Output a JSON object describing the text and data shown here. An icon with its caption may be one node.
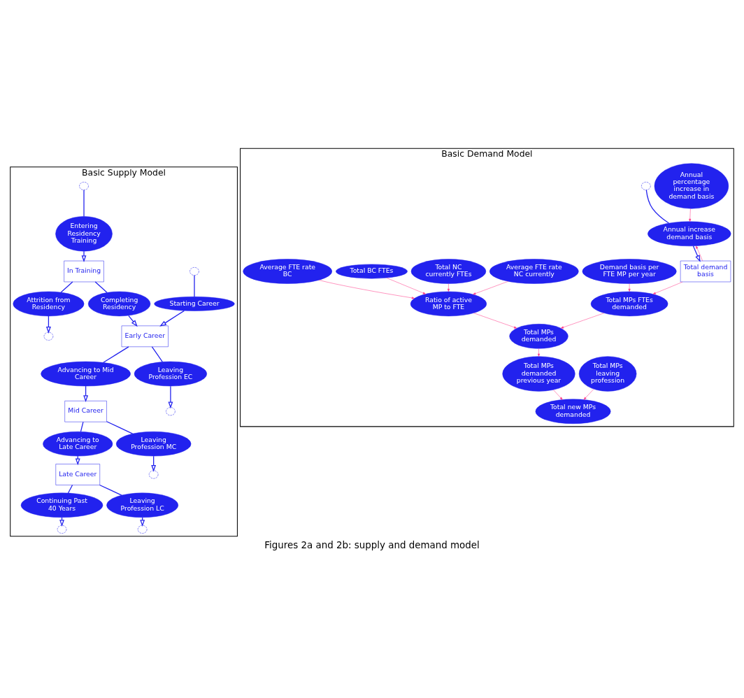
{
  "diagram": {
    "caption": "Figures 2a and 2b: supply and demand model",
    "nodes": [
      {
        "text": [
          "Basic Supply Model"
        ]
      },
      {
        "text": [],
        "shape": "cloud",
        "in": 0
      },
      {
        "text": [
          "Starting Career"
        ],
        "in": 0
      },
      {
        "text": [],
        "shape": "cloud",
        "in": 0
      },
      {
        "text": [
          "Entering Residency Training"
        ],
        "in": 0
      },
      {
        "text": [
          "In Training"
        ],
        "in": 0
      },
      {
        "text": [
          "Completing Residency"
        ],
        "in": 0
      },
      {
        "text": [
          "Early Career"
        ],
        "in": 0
      },
      {
        "text": [
          "Advancing to Mid Career"
        ],
        "in": 0
      },
      {
        "text": [
          "Mid Career"
        ],
        "in": 0
      },
      {
        "text": [
          "Advancing to Late Career"
        ],
        "in": 0
      },
      {
        "text": [
          "Late Career"
        ],
        "in": 0
      },
      {
        "text": [
          "Continuing Past 40 Years"
        ],
        "in": 0
      },
      {
        "text": [],
        "shape": "cloud",
        "in": 0
      },
      {
        "text": [
          "Attrition from Residency"
        ],
        "in": 0
      },
      {
        "text": [],
        "shape": "cloud",
        "in": 0
      },
      {
        "text": [
          "Leaving Profession EC"
        ],
        "in": 0
      },
      {
        "text": [],
        "shape": "cloud",
        "in": 0
      },
      {
        "text": [
          "Leaving Profession MC"
        ],
        "in": 0
      },
      {
        "text": [],
        "shape": "cloud",
        "in": 0
      },
      {
        "text": [
          "Leaving Profession LC"
        ],
        "in": 0
      },
      {
        "text": [],
        "shape": "cloud",
        "in": 0
      },
      {
        "text": [
          "Basic Demand Model"
        ]
      },
      {
        "text": [
          "Annual percentage increase in demand basis"
        ],
        "in": 22
      },
      {
        "text": [],
        "shape": "cloud",
        "in": 22
      },
      {
        "text": [
          "Annual increase demand basis"
        ],
        "in": 22
      },
      {
        "text": [
          "Total demand basis"
        ],
        "in": 22
      },
      {
        "text": [
          "Demand basis per FTE MP per year"
        ],
        "in": 22
      },
      {
        "text": [
          "Total MPs FTEs demanded"
        ],
        "in": 22
      },
      {
        "text": [
          "Total MPs demanded previous year"
        ],
        "in": 22
      },
      {
        "text": [
          "Total new MPs demanded"
        ],
        "in": 22
      },
      {
        "text": [
          "Total MPs demanded"
        ],
        "in": 22
      },
      {
        "text": [
          "Total MPs leaving profession"
        ],
        "in": 22
      },
      {
        "text": [
          "Average FTE rate NC currently"
        ],
        "in": 22
      },
      {
        "text": [
          "Ratio of active MP to FTE"
        ],
        "in": 22
      },
      {
        "text": [
          "Total NC currently FTEs"
        ],
        "in": 22
      },
      {
        "text": [
          "Total BC FTEs"
        ],
        "in": 22
      },
      {
        "text": [
          "Average FTE rate BC"
        ],
        "in": 22
      }
    ],
    "edges": [
      {
        "from": 1,
        "to": 2,
        "arrow": "none"
      },
      {
        "from": 2,
        "to": 7,
        "arrow": "to"
      },
      {
        "from": 3,
        "to": 4,
        "arrow": "none"
      },
      {
        "from": 4,
        "to": 5,
        "arrow": "to"
      },
      {
        "from": 5,
        "to": 6,
        "arrow": "none"
      },
      {
        "from": 6,
        "to": 7,
        "arrow": "to"
      },
      {
        "from": 7,
        "to": 8,
        "arrow": "none"
      },
      {
        "from": 8,
        "to": 9,
        "arrow": "to"
      },
      {
        "from": 9,
        "to": 10,
        "arrow": "none"
      },
      {
        "from": 10,
        "to": 11,
        "arrow": "to"
      },
      {
        "from": 11,
        "to": 12,
        "arrow": "none"
      },
      {
        "from": 12,
        "to": 13,
        "arrow": "to"
      },
      {
        "from": 5,
        "to": 14,
        "arrow": "none"
      },
      {
        "from": 14,
        "to": 15,
        "arrow": "to"
      },
      {
        "from": 7,
        "to": 16,
        "arrow": "none"
      },
      {
        "from": 16,
        "to": 17,
        "arrow": "to"
      },
      {
        "from": 9,
        "to": 18,
        "arrow": "none"
      },
      {
        "from": 18,
        "to": 19,
        "arrow": "to"
      },
      {
        "from": 11,
        "to": 20,
        "arrow": "none"
      },
      {
        "from": 20,
        "to": 21,
        "arrow": "to"
      },
      {
        "from": 24,
        "to": 25,
        "arrow": "none"
      },
      {
        "from": 25,
        "to": 26,
        "arrow": "to"
      },
      {
        "from": 23,
        "to": 25,
        "arrow": "to",
        "color": "#ff3385"
      },
      {
        "from": 26,
        "to": 25,
        "arrow": "to",
        "color": "#ff3385"
      },
      {
        "from": 26,
        "to": 28,
        "arrow": "to",
        "color": "#ff3385"
      },
      {
        "from": 27,
        "to": 28,
        "arrow": "to",
        "color": "#ff3385"
      },
      {
        "from": 28,
        "to": 31,
        "arrow": "to",
        "color": "#ff3385"
      },
      {
        "from": 31,
        "to": 29,
        "arrow": "to",
        "color": "#ff3385"
      },
      {
        "from": 29,
        "to": 30,
        "arrow": "to",
        "color": "#ff3385"
      },
      {
        "from": 32,
        "to": 30,
        "arrow": "to",
        "color": "#ff3385"
      },
      {
        "from": 34,
        "to": 31,
        "arrow": "to",
        "color": "#ff3385"
      },
      {
        "from": 33,
        "to": 34,
        "arrow": "to",
        "color": "#ff3385"
      },
      {
        "from": 35,
        "to": 34,
        "arrow": "to",
        "color": "#ff3385"
      },
      {
        "from": 36,
        "to": 34,
        "arrow": "to",
        "color": "#ff3385"
      },
      {
        "from": 37,
        "to": 34,
        "arrow": "to",
        "color": "#ff3385"
      }
    ]
  }
}
